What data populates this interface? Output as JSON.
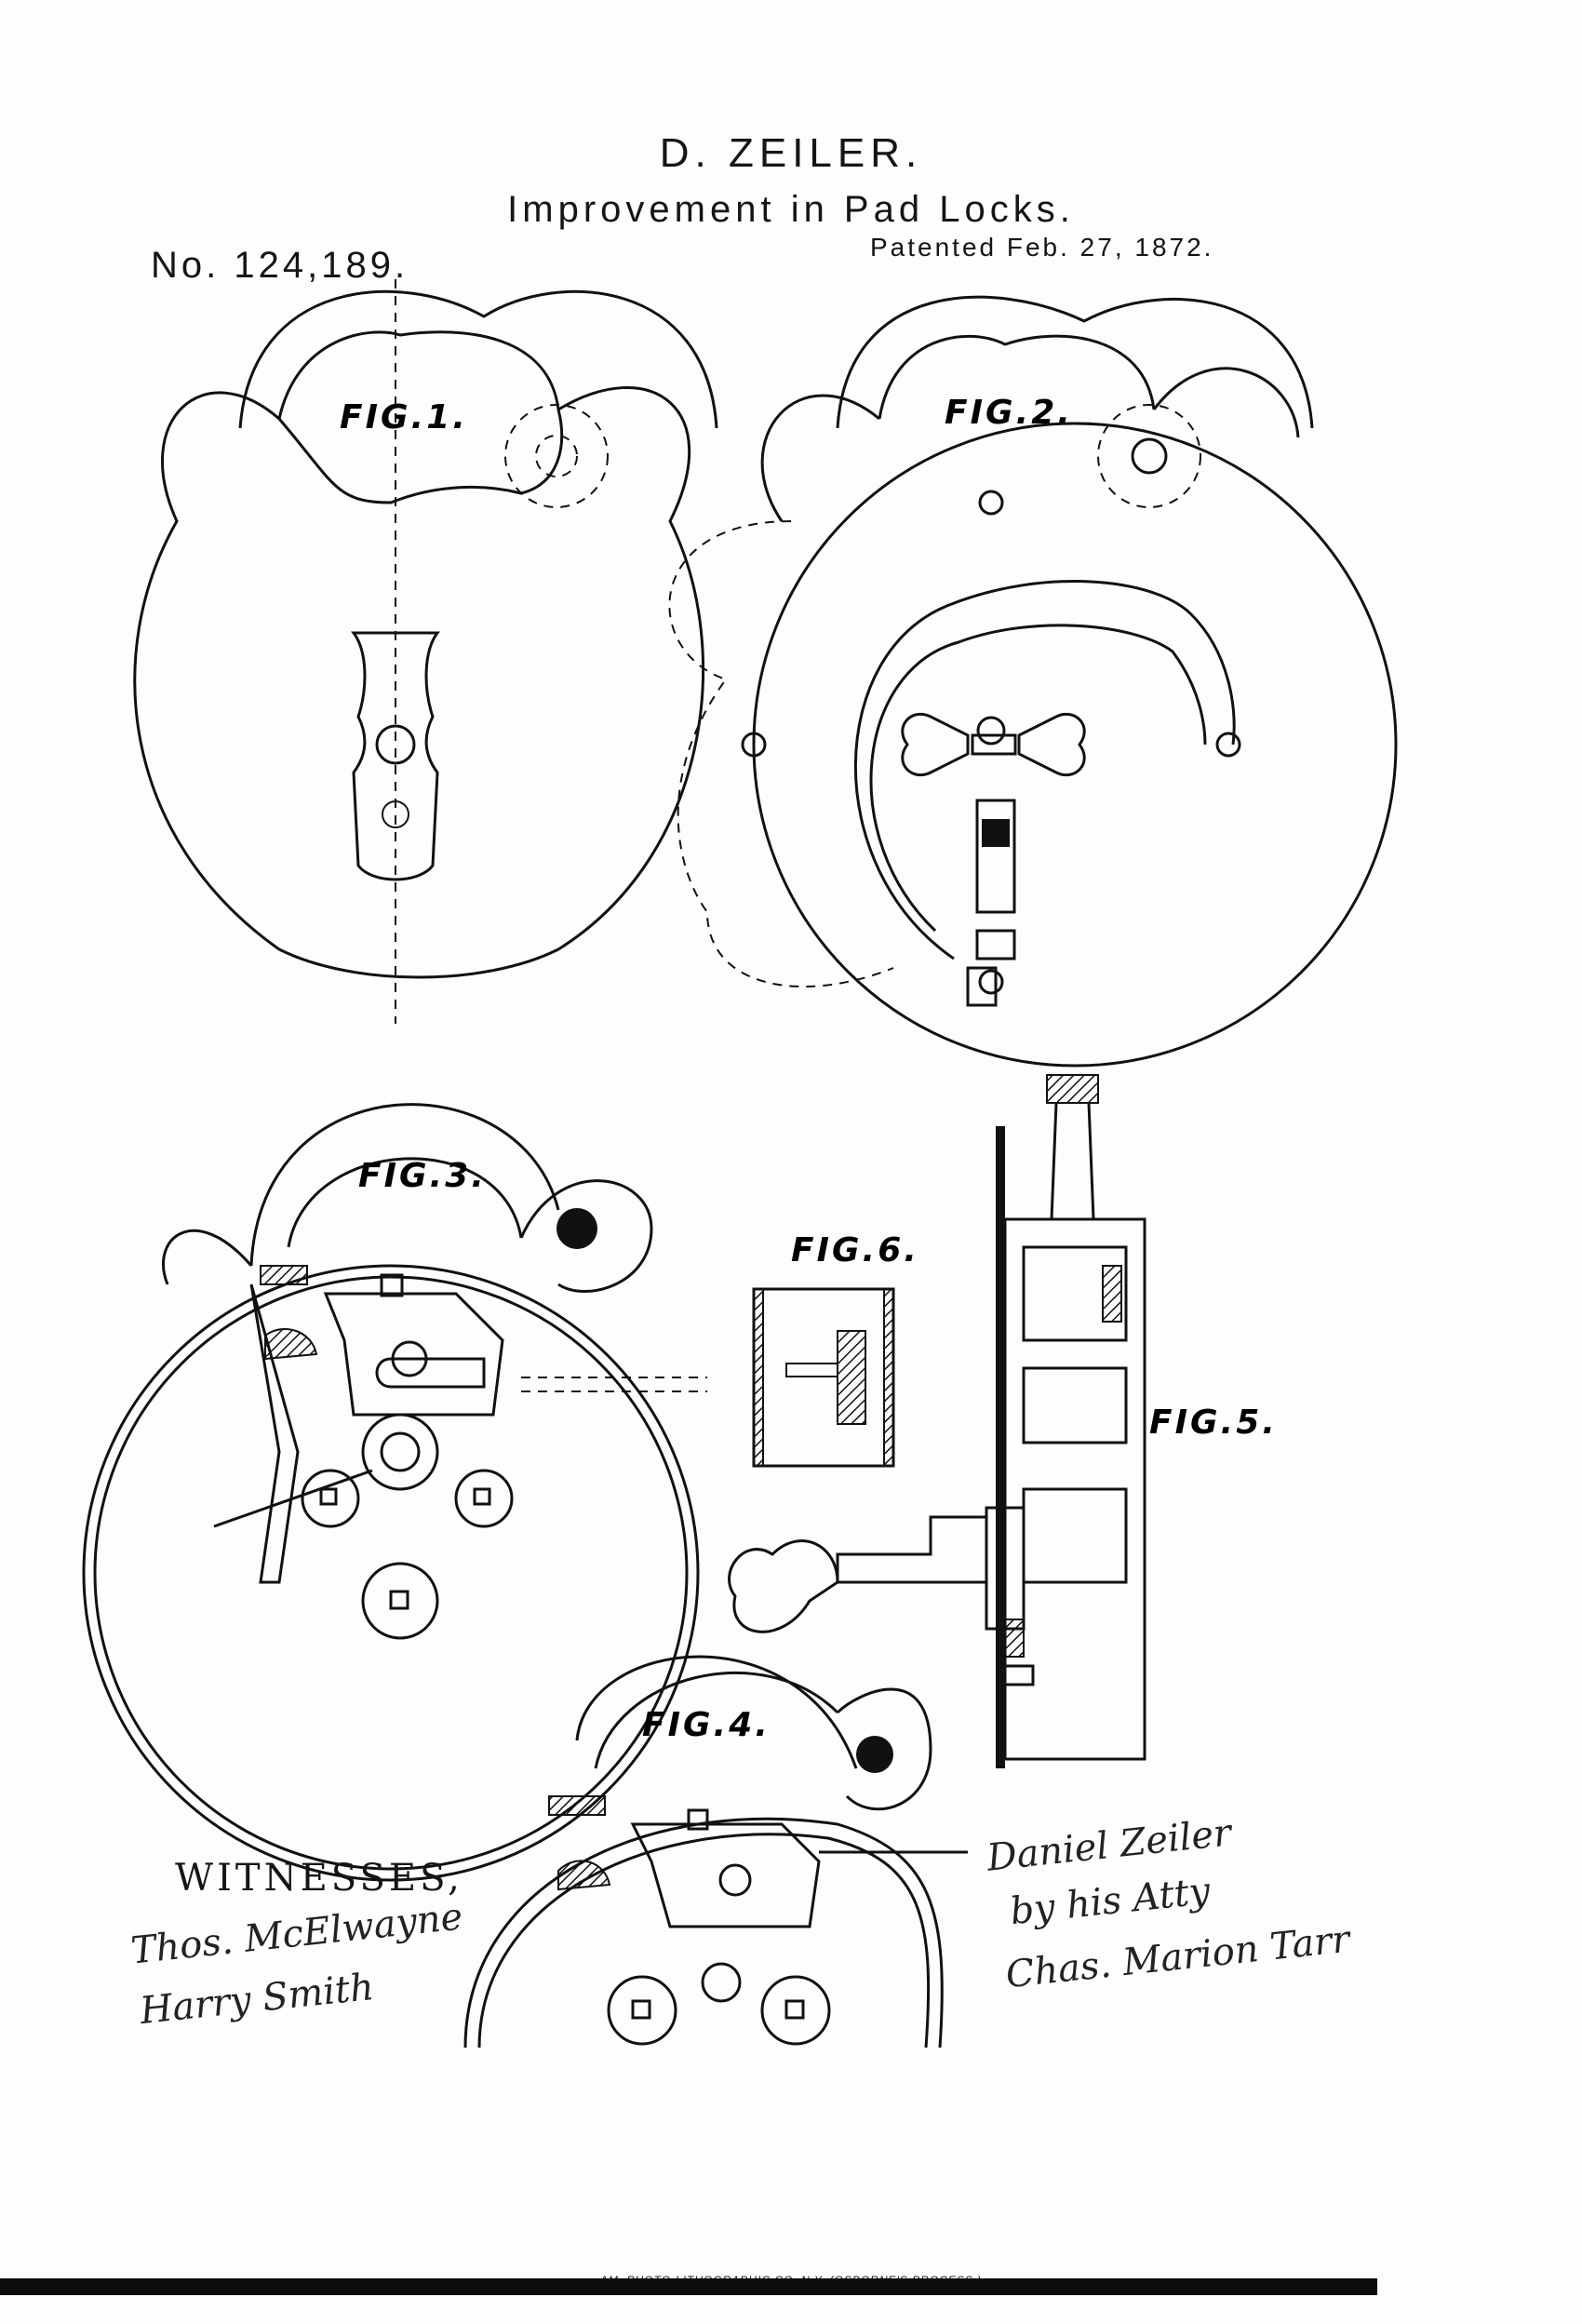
{
  "header": {
    "inventor": "D. ZEILER.",
    "title": "Improvement in Pad Locks.",
    "patent_number": "No. 124,189.",
    "date": "Patented Feb. 27, 1872."
  },
  "figures": {
    "fig1": "FIG.1.",
    "fig2": "FIG.2.",
    "fig3": "FIG.3.",
    "fig4": "FIG.4.",
    "fig5": "FIG.5.",
    "fig6": "FIG.6."
  },
  "witnesses": {
    "heading": "WITNESSES,",
    "sig1": "Thos. McElwayne",
    "sig2": "Harry Smith"
  },
  "inventor_signature": {
    "line1": "Daniel Zeiler",
    "line2": "by his Atty",
    "line3": "Chas. Marion Tarr"
  },
  "footer": "AM. PHOTO-LITHOGRAPHIC CO. N.Y. (OSBORNE'S PROCESS.)",
  "colors": {
    "ink": "#111111",
    "paper": "#fdfdfb"
  }
}
